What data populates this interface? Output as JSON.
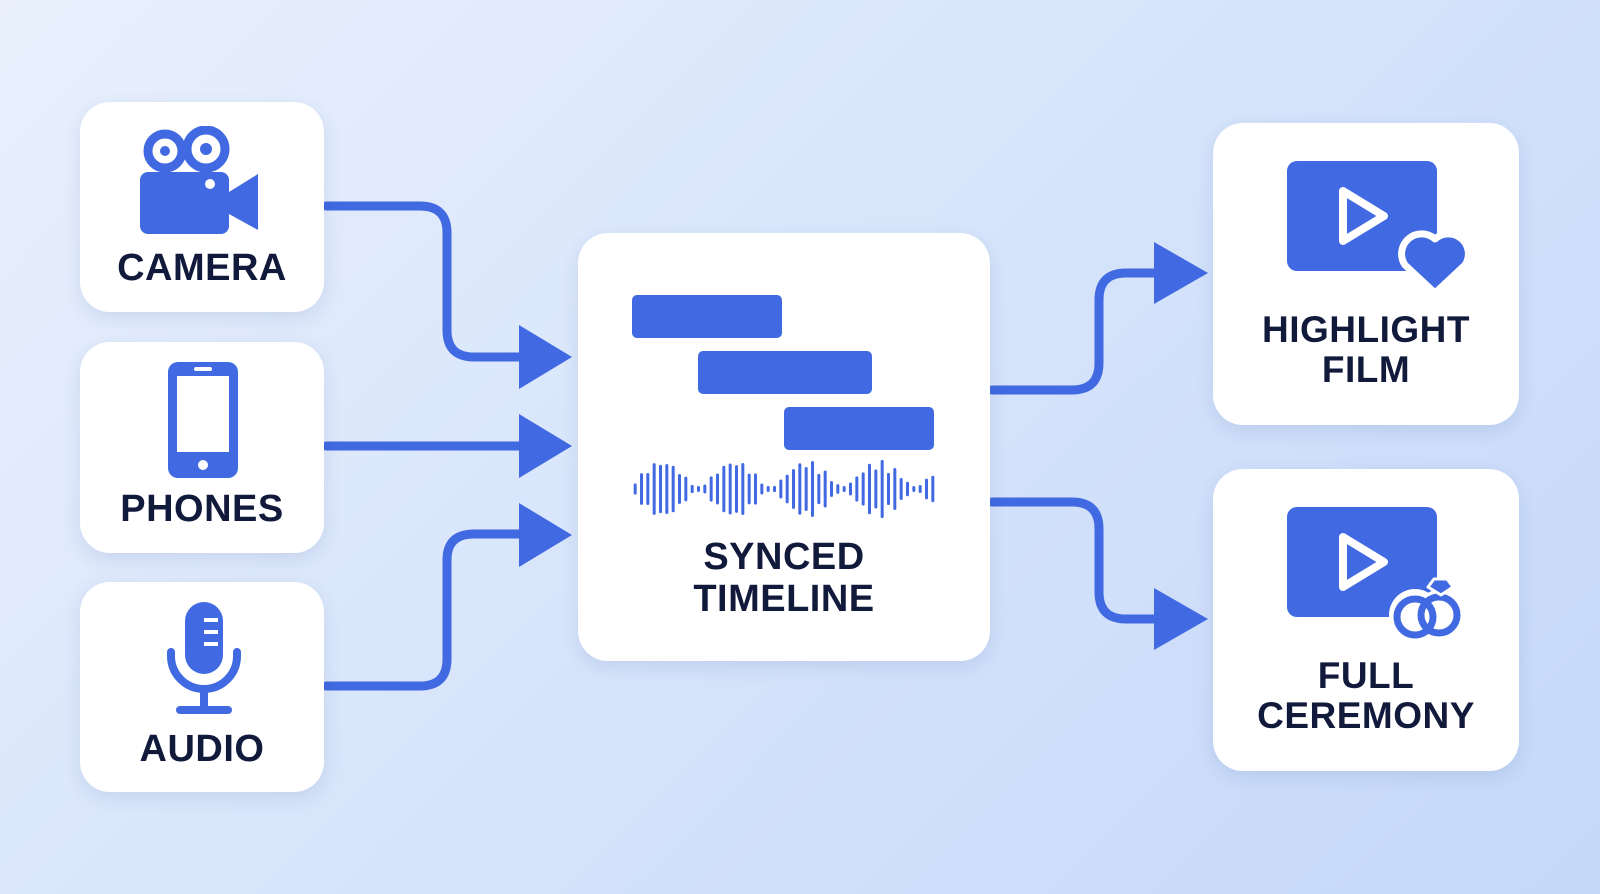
{
  "colors": {
    "accent": "#4169e1",
    "text": "#121a3c",
    "card": "#ffffff"
  },
  "sources": [
    {
      "id": "camera",
      "label": "CAMERA",
      "icon": "video-camera-icon"
    },
    {
      "id": "phones",
      "label": "PHONES",
      "icon": "smartphone-icon"
    },
    {
      "id": "audio",
      "label": "AUDIO",
      "icon": "microphone-icon"
    }
  ],
  "center": {
    "label_line1": "SYNCED",
    "label_line2": "TIMELINE",
    "icons": [
      "timeline-clips-icon",
      "audio-waveform-icon"
    ]
  },
  "outputs": [
    {
      "id": "highlight",
      "label_line1": "HIGHLIGHT",
      "label_line2": "FILM",
      "icon": "video-play-heart-icon"
    },
    {
      "id": "ceremony",
      "label_line1": "FULL",
      "label_line2": "CEREMONY",
      "icon": "video-play-rings-icon"
    }
  ]
}
